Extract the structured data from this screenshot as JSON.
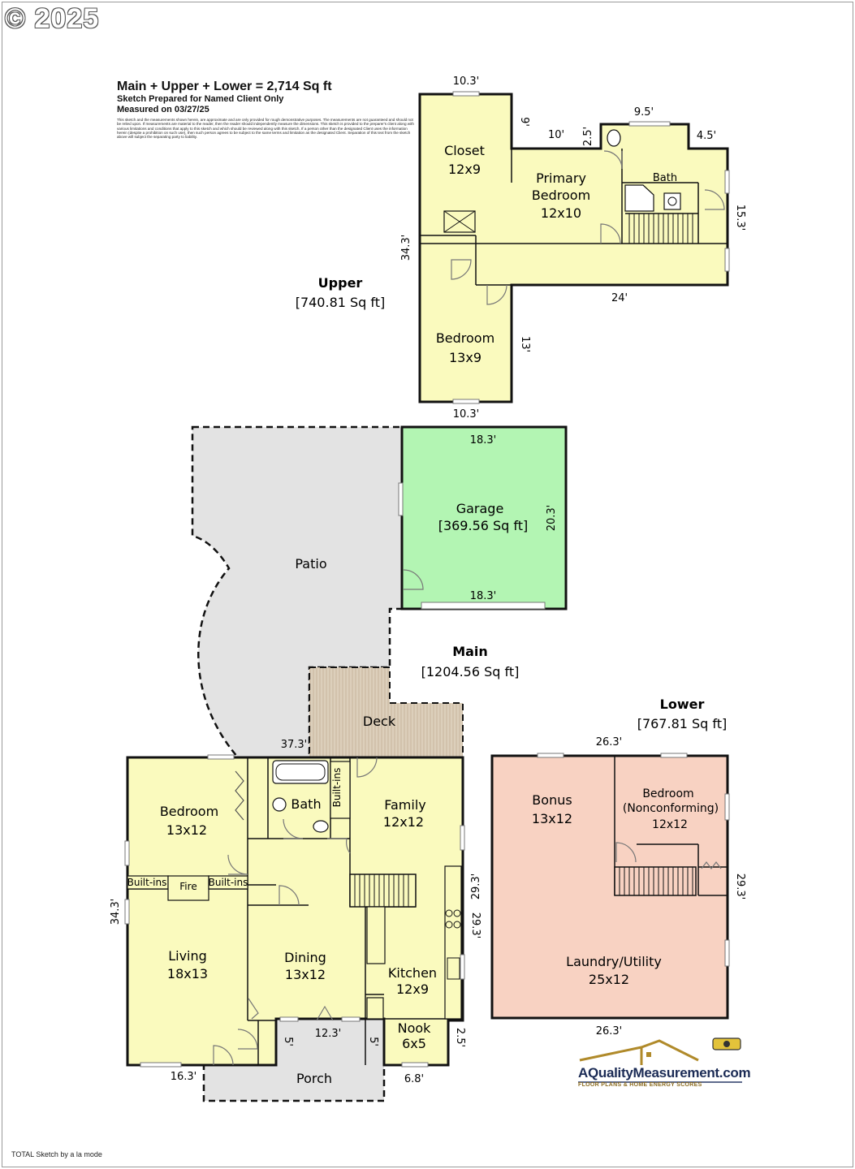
{
  "copyright": "© 2025",
  "header": {
    "title": "Main + Upper + Lower = 2,714 Sq ft",
    "subtitle": "Sketch Prepared for Named Client Only",
    "measured": "Measured on 03/27/25",
    "disclaimer": "This sketch and the measurements shown herein, are approximate and are only provided for rough demonstrative purposes. The measurements are not guaranteed and should not be relied upon. If measurements are material to the reader, then the reader should independently measure the dimensions. This sketch is provided to the preparer's client along with various limitations and conditions that apply to this sketch and which should be reviewed along with this sketch. If a person other than the designated Client uses the information herein (despite a prohibition on such use), then such person agrees to be subject to the same terms and limitation as the designated Client. Separation of this text from the sketch above will subject the separating party to liability."
  },
  "levels": {
    "upper": {
      "name": "Upper",
      "area": "[740.81 Sq ft]"
    },
    "main": {
      "name": "Main",
      "area": "[1204.56 Sq ft]"
    },
    "lower": {
      "name": "Lower",
      "area": "[767.81 Sq ft]"
    }
  },
  "upper_rooms": {
    "closet": {
      "name": "Closet",
      "size": "12x9"
    },
    "primary": {
      "name": "Primary",
      "name2": "Bedroom",
      "size": "12x10"
    },
    "bath": {
      "name": "Bath"
    },
    "bedroom": {
      "name": "Bedroom",
      "size": "13x9"
    }
  },
  "upper_dims": {
    "top": "10.3'",
    "nine": "9'",
    "ten": "10'",
    "twofive": "2.5'",
    "ninefive": "9.5'",
    "fourfive": "4.5'",
    "right": "15.3'",
    "left": "34.3'",
    "bottom_right": "24'",
    "thirteen": "13'",
    "bottom": "10.3'"
  },
  "main_rooms": {
    "patio": "Patio",
    "garage": {
      "name": "Garage",
      "area": "[369.56 Sq ft]"
    },
    "deck": "Deck",
    "bedroom": {
      "name": "Bedroom",
      "size": "13x12"
    },
    "bath": "Bath",
    "builtins_v": "Built-ins",
    "family": {
      "name": "Family",
      "size": "12x12"
    },
    "builtins_l": "Built-ins",
    "fire": "Fire",
    "builtins_r": "Built-ins",
    "living": {
      "name": "Living",
      "size": "18x13"
    },
    "dining": {
      "name": "Dining",
      "size": "13x12"
    },
    "kitchen": {
      "name": "Kitchen",
      "size": "12x9"
    },
    "nook": {
      "name": "Nook",
      "size": "6x5"
    },
    "porch": "Porch"
  },
  "main_dims": {
    "garage_top": "18.3'",
    "garage_bottom": "18.3'",
    "garage_right": "20.3'",
    "deck_w": "37.3'",
    "left": "34.3'",
    "right_a": "29.3'",
    "right_b": "29.3'",
    "bottom_left": "16.3'",
    "porch_w": "12.3'",
    "porch_l": "5'",
    "porch_r": "5'",
    "nook_w": "6.8'",
    "nook_h": "2.5'"
  },
  "lower_rooms": {
    "bonus": {
      "name": "Bonus",
      "size": "13x12"
    },
    "bedroom": {
      "name": "Bedroom",
      "name2": "(Nonconforming)",
      "size": "12x12"
    },
    "laundry": {
      "name": "Laundry/Utility",
      "size": "25x12"
    }
  },
  "lower_dims": {
    "top": "26.3'",
    "bottom": "26.3'",
    "right": "29.3'"
  },
  "logo": {
    "name": "AQualityMeasurement.com",
    "tag": "FLOOR PLANS & HOME ENERGY SCORES"
  },
  "footer": "TOTAL Sketch by a la mode",
  "colors": {
    "room": "#fafabe",
    "garage": "#b3f5b3",
    "patio": "#e3e3e3",
    "deck": "#d8c9b5",
    "lower": "#f8d2c2",
    "wall": "#111111"
  }
}
